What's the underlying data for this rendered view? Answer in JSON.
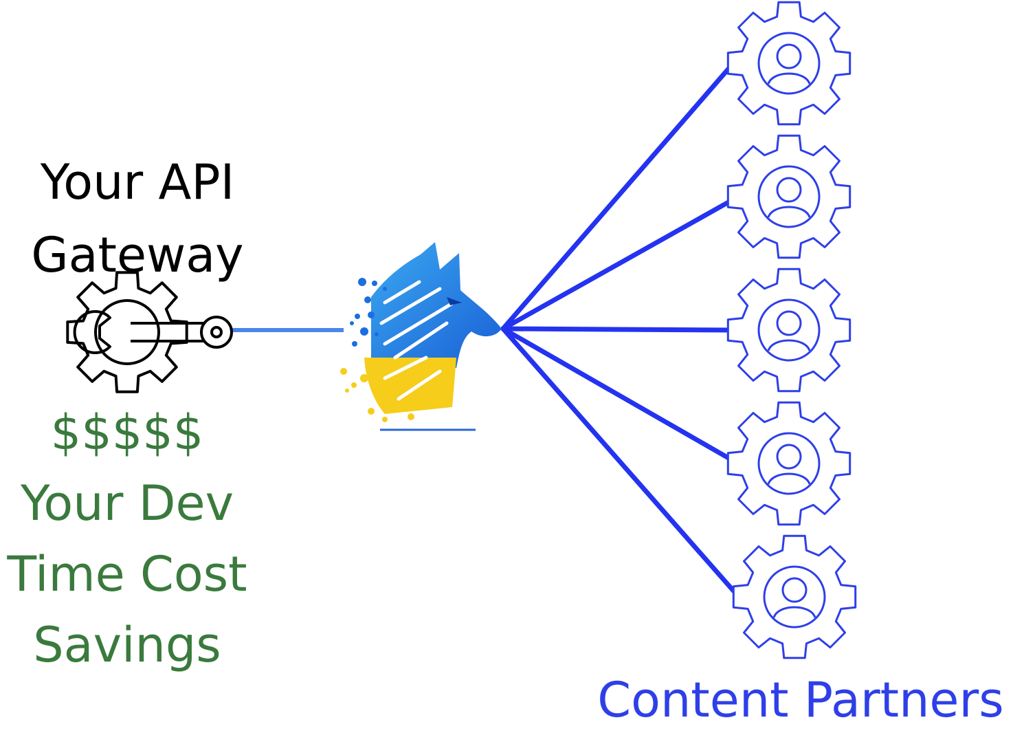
{
  "gateway": {
    "title_line1": "Your API",
    "title_line2": "Gateway",
    "icon": "gear-wrench-icon"
  },
  "savings": {
    "line1": "$$$$$",
    "line2": "Your Dev",
    "line3": "Time Cost",
    "line4": "Savings",
    "color": "#3a7a3d"
  },
  "hub": {
    "icon": "circuit-wolf-logo",
    "colors": [
      "#1a6fe0",
      "#3aa8f0",
      "#f5cd1a"
    ]
  },
  "partners": {
    "label": "Content Partners",
    "icon": "gear-user-icon",
    "color": "#2e3fe8",
    "count": 5
  }
}
